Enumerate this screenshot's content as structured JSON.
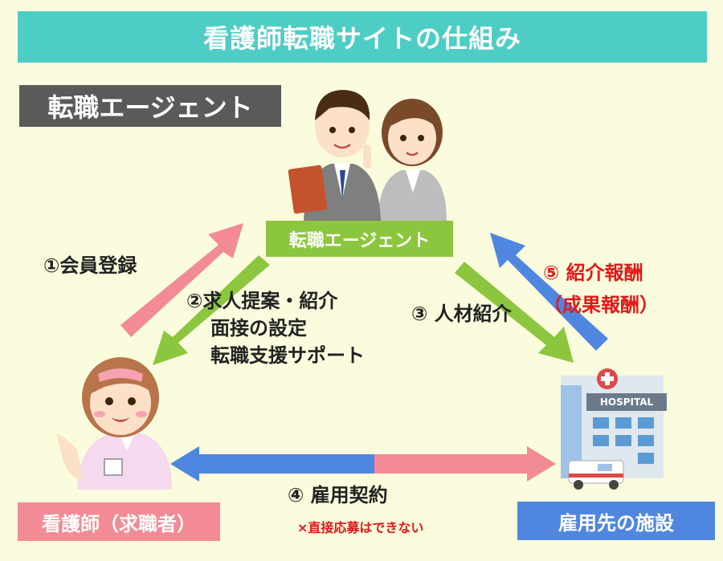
{
  "title": "看護師転職サイトの仕組み",
  "agent_heading": "転職エージェント",
  "agent_label": "転職エージェント",
  "nurse_label": "看護師（求職者）",
  "facility_label": "雇用先の施設",
  "hospital_sign": "HOSPITAL",
  "steps": {
    "s1": "①会員登録",
    "s2_line1": "②求人提案・紹介",
    "s2_line2": "面接の設定",
    "s2_line3": "転職支援サポート",
    "s3": "③ 人材紹介",
    "s4": "④ 雇用契約",
    "s4_note": "×直接応募はできない",
    "s5_line1": "⑤ 紹介報酬",
    "s5_line2": "（成果報酬）"
  },
  "colors": {
    "teal": "#4ecdc4",
    "green": "#8cc63f",
    "pink": "#f28b95",
    "blue": "#4f86e0",
    "red": "#e31818",
    "background": "#fbfcde"
  }
}
